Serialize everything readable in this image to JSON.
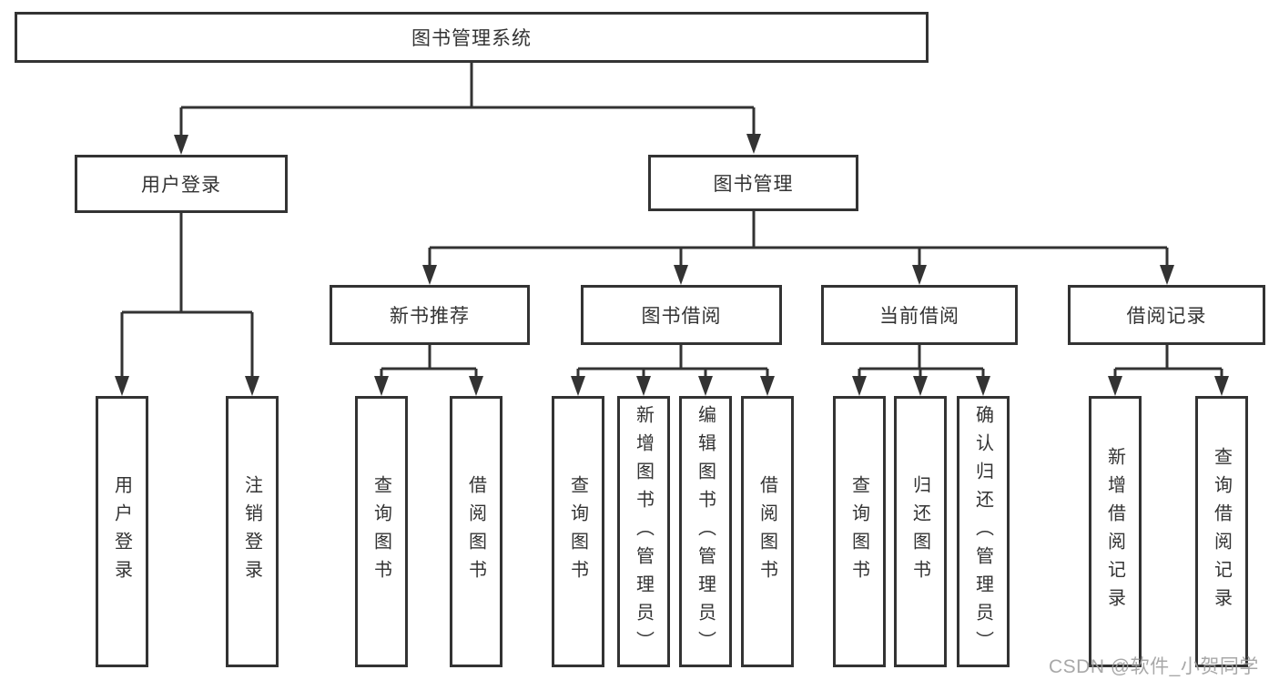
{
  "diagram": {
    "type": "hierarchy-flowchart",
    "colors": {
      "background": "#ffffff",
      "line": "#333333",
      "box_border": "#333333",
      "box_fill": "#ffffff",
      "text": "#333333",
      "watermark_text": "#9e9e9e"
    },
    "watermark": "CSDN @软件_小贺同学",
    "nodes": {
      "root": {
        "label": "图书管理系统"
      },
      "user_login": {
        "label": "用户登录"
      },
      "book_management": {
        "label": "图书管理"
      },
      "new_book_recommend": {
        "label": "新书推荐"
      },
      "book_borrow": {
        "label": "图书借阅"
      },
      "current_borrow": {
        "label": "当前借阅"
      },
      "borrow_records": {
        "label": "借阅记录"
      },
      "leaf_user_login": {
        "label": "用户登录"
      },
      "leaf_logout_login": {
        "label": "注销登录"
      },
      "leaf_query_books_1": {
        "label": "查询图书"
      },
      "leaf_borrow_books_1": {
        "label": "借阅图书"
      },
      "leaf_query_books_2": {
        "label": "查询图书"
      },
      "leaf_add_books_admin": {
        "label": "新增图书（管理员）"
      },
      "leaf_edit_books_admin": {
        "label": "编辑图书（管理员）"
      },
      "leaf_borrow_books_2": {
        "label": "借阅图书"
      },
      "leaf_query_books_3": {
        "label": "查询图书"
      },
      "leaf_return_books": {
        "label": "归还图书"
      },
      "leaf_confirm_return_admin": {
        "label": "确认归还（管理员）"
      },
      "leaf_add_borrow_record": {
        "label": "新增借阅记录"
      },
      "leaf_query_borrow_record": {
        "label": "查询借阅记录"
      }
    },
    "edges": [
      "图书管理系统 -> 用户登录",
      "图书管理系统 -> 图书管理",
      "用户登录 -> 用户登录(叶)",
      "用户登录 -> 注销登录",
      "图书管理 -> 新书推荐",
      "图书管理 -> 图书借阅",
      "图书管理 -> 当前借阅",
      "图书管理 -> 借阅记录",
      "新书推荐 -> 查询图书",
      "新书推荐 -> 借阅图书",
      "图书借阅 -> 查询图书",
      "图书借阅 -> 新增图书（管理员）",
      "图书借阅 -> 编辑图书（管理员）",
      "图书借阅 -> 借阅图书",
      "当前借阅 -> 查询图书",
      "当前借阅 -> 归还图书",
      "当前借阅 -> 确认归还（管理员）",
      "借阅记录 -> 新增借阅记录",
      "借阅记录 -> 查询借阅记录"
    ]
  }
}
